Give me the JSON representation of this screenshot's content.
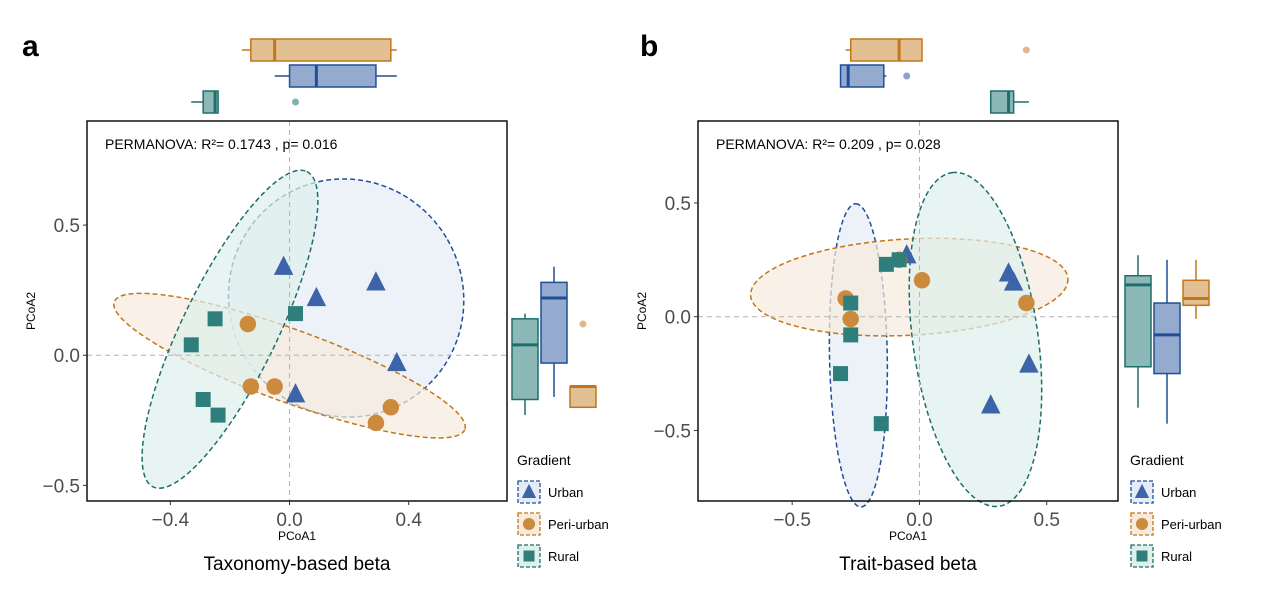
{
  "colors": {
    "Urban": "#3d64a8",
    "Peri-urban": "#cc8a3c",
    "Rural": "#2e7f7c",
    "Urban_dark": "#1f4f96",
    "Peri-urban_dark": "#c2761c",
    "Rural_dark": "#1e6e6b",
    "Urban_fill": "#e6ecf5",
    "Peri-urban_fill": "#f6ebdd",
    "Rural_fill": "#deefec"
  },
  "legend": {
    "title": "Gradient",
    "items": [
      "Urban",
      "Peri-urban",
      "Rural"
    ],
    "shapes": {
      "Urban": "triangle",
      "Peri-urban": "circle",
      "Rural": "square"
    }
  },
  "chart_data": [
    {
      "type": "scatter",
      "panel_label": "a",
      "subtitle": "Taxonomy-based beta",
      "xlabel": "PCoA1",
      "ylabel": "PCoA2",
      "annotation": "PERMANOVA: R²= 0.1743 , p= 0.016",
      "xlim": [
        -0.68,
        0.73
      ],
      "ylim": [
        -0.56,
        0.9
      ],
      "xticks": [
        -0.4,
        0.0,
        0.4
      ],
      "xtick_labels": [
        "−0.4",
        "0.0",
        "0.4"
      ],
      "yticks": [
        -0.5,
        0.0,
        0.5
      ],
      "ytick_labels": [
        "−0.5",
        "0.0",
        "0.5"
      ],
      "reference_lines": {
        "x": 0,
        "y": 0
      },
      "series": [
        {
          "name": "Urban",
          "shape": "triangle",
          "x": [
            -0.02,
            0.09,
            0.29,
            0.36,
            0.02
          ],
          "y": [
            0.34,
            0.22,
            0.28,
            -0.03,
            -0.15
          ]
        },
        {
          "name": "Peri-urban",
          "shape": "circle",
          "x": [
            -0.14,
            -0.13,
            -0.05,
            0.34,
            0.29
          ],
          "y": [
            0.12,
            -0.12,
            -0.12,
            -0.2,
            -0.26
          ]
        },
        {
          "name": "Rural",
          "shape": "square",
          "x": [
            -0.25,
            0.02,
            -0.33,
            -0.29,
            -0.24
          ],
          "y": [
            0.14,
            0.16,
            0.04,
            -0.17,
            -0.23
          ]
        }
      ],
      "ellipses": [
        {
          "group": "Urban",
          "cx": 0.19,
          "cy": 0.22,
          "rx": 0.42,
          "ry": 0.43,
          "angle_deg": -30
        },
        {
          "group": "Peri-urban",
          "cx": 0.0,
          "cy": -0.04,
          "rx": 0.67,
          "ry": 0.13,
          "angle_deg": 20
        },
        {
          "group": "Rural",
          "cx": -0.2,
          "cy": 0.1,
          "rx": 0.63,
          "ry": 0.17,
          "angle_deg": -64
        }
      ],
      "top_boxplots": [
        {
          "group": "Peri-urban",
          "min": -0.16,
          "q1": -0.13,
          "median": -0.05,
          "q3": 0.34,
          "max": 0.36,
          "outliers": []
        },
        {
          "group": "Urban",
          "min": -0.05,
          "q1": 0.0,
          "median": 0.09,
          "q3": 0.29,
          "max": 0.36,
          "outliers": []
        },
        {
          "group": "Rural",
          "min": -0.33,
          "q1": -0.29,
          "median": -0.25,
          "q3": -0.24,
          "max": -0.24,
          "outliers": [
            0.02
          ]
        }
      ],
      "right_boxplots": [
        {
          "group": "Rural",
          "min": -0.23,
          "q1": -0.17,
          "median": 0.04,
          "q3": 0.14,
          "max": 0.16,
          "outliers": []
        },
        {
          "group": "Urban",
          "min": -0.16,
          "q1": -0.03,
          "median": 0.22,
          "q3": 0.28,
          "max": 0.34,
          "outliers": []
        },
        {
          "group": "Peri-urban",
          "min": -0.2,
          "q1": -0.2,
          "median": -0.12,
          "q3": -0.12,
          "max": -0.12,
          "outliers": [
            0.12
          ]
        }
      ]
    },
    {
      "type": "scatter",
      "panel_label": "b",
      "subtitle": "Trait-based beta",
      "xlabel": "PCoA1",
      "ylabel": "PCoA2",
      "annotation": "PERMANOVA: R²= 0.209 , p= 0.028",
      "xlim": [
        -0.87,
        0.78
      ],
      "ylim": [
        -0.81,
        0.86
      ],
      "xticks": [
        -0.5,
        0.0,
        0.5
      ],
      "xtick_labels": [
        "−0.5",
        "0.0",
        "0.5"
      ],
      "yticks": [
        -0.5,
        0.0,
        0.5
      ],
      "ytick_labels": [
        "−0.5",
        "0.0",
        "0.5"
      ],
      "reference_lines": {
        "x": 0,
        "y": 0
      },
      "series": [
        {
          "name": "Urban",
          "shape": "triangle",
          "x": [
            -0.05,
            0.35,
            0.37,
            0.43,
            0.28
          ],
          "y": [
            0.27,
            0.19,
            0.15,
            -0.21,
            -0.39
          ]
        },
        {
          "name": "Peri-urban",
          "shape": "circle",
          "x": [
            -0.08,
            0.01,
            0.42,
            -0.29,
            -0.27
          ],
          "y": [
            0.25,
            0.16,
            0.06,
            0.08,
            -0.01
          ]
        },
        {
          "name": "Rural",
          "shape": "square",
          "x": [
            -0.13,
            -0.08,
            -0.27,
            -0.27,
            -0.31,
            -0.15
          ],
          "y": [
            0.23,
            0.25,
            0.06,
            -0.08,
            -0.25,
            -0.47
          ]
        }
      ],
      "ellipses": [
        {
          "group": "Urban",
          "cx": -0.24,
          "cy": -0.17,
          "rx": 0.63,
          "ry": 0.12,
          "angle_deg": -91
        },
        {
          "group": "Peri-urban",
          "cx": -0.04,
          "cy": 0.13,
          "rx": 0.66,
          "ry": 0.2,
          "angle_deg": -3
        },
        {
          "group": "Rural",
          "cx": 0.22,
          "cy": -0.1,
          "rx": 0.7,
          "ry": 0.26,
          "angle_deg": -98
        }
      ],
      "top_boxplots": [
        {
          "group": "Peri-urban",
          "min": -0.29,
          "q1": -0.27,
          "median": -0.08,
          "q3": 0.01,
          "max": 0.01,
          "outliers": [
            0.42
          ]
        },
        {
          "group": "Urban",
          "min": -0.31,
          "q1": -0.31,
          "median": -0.28,
          "q3": -0.14,
          "max": -0.13,
          "outliers": [
            -0.05
          ]
        },
        {
          "group": "Rural",
          "min": 0.28,
          "q1": 0.28,
          "median": 0.35,
          "q3": 0.37,
          "max": 0.43,
          "outliers": []
        }
      ],
      "right_boxplots": [
        {
          "group": "Rural",
          "min": -0.4,
          "q1": -0.22,
          "median": 0.14,
          "q3": 0.18,
          "max": 0.27,
          "outliers": []
        },
        {
          "group": "Urban",
          "min": -0.47,
          "q1": -0.25,
          "median": -0.08,
          "q3": 0.06,
          "max": 0.25,
          "outliers": []
        },
        {
          "group": "Peri-urban",
          "min": -0.01,
          "q1": 0.05,
          "median": 0.08,
          "q3": 0.16,
          "max": 0.25,
          "outliers": []
        }
      ]
    }
  ]
}
